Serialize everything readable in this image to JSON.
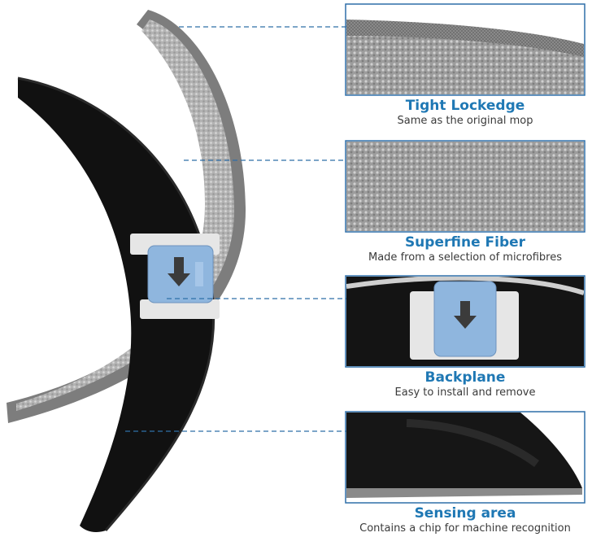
{
  "colors": {
    "accent_blue": "#1f78b4",
    "caption_text": "#3a3a3a",
    "panel_border": "#2f6fa8",
    "connector": "#2f6fa8",
    "mop_black": "#111111",
    "mop_gray": "#8a8a8a",
    "fiber_gray": "#b9b9b9",
    "tab_blue": "#8fb6de",
    "strap_white": "#e6e6e6"
  },
  "features": [
    {
      "title": "Tight Lockedge",
      "subtitle": "Same as the original mop"
    },
    {
      "title": "Superfine Fiber",
      "subtitle": "Made from a selection of microfibres"
    },
    {
      "title": "Backplane",
      "subtitle": "Easy to install and remove"
    },
    {
      "title": "Sensing area",
      "subtitle": "Contains a chip for machine recognition"
    }
  ],
  "icons": {
    "tab_arrow": "arrow-down-icon"
  }
}
